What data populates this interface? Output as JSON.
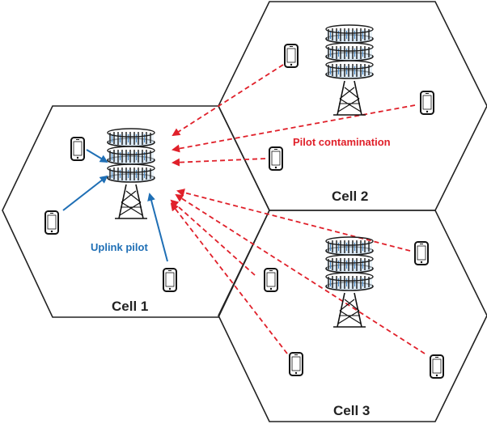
{
  "cells": [
    {
      "label": "Cell 1"
    },
    {
      "label": "Cell 2"
    },
    {
      "label": "Cell 3"
    }
  ],
  "annotations": {
    "uplink": "Uplink pilot",
    "contamination": "Pilot contamination"
  },
  "colors": {
    "uplink_arrow": "#1f6fb5",
    "contamination_arrow": "#e0202a",
    "outline": "#222222",
    "antenna": "#2a6fa8"
  },
  "icons": {
    "phone": "mobile-phone-icon",
    "tower": "base-station-antenna-icon"
  }
}
